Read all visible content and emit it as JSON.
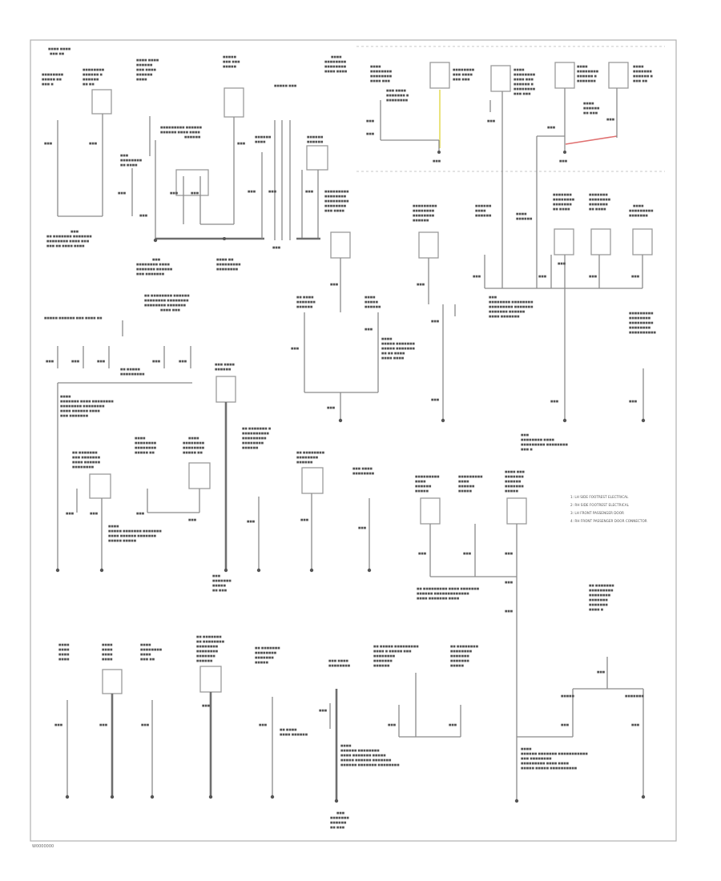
{
  "diagram": {
    "title": "",
    "figure_code": "W0000000",
    "colors": {
      "wire": "#8a8a8a",
      "yellow_wire": "#e8e070",
      "red_wire": "#e07070",
      "frame": "#b0b0b0"
    },
    "legend": [
      "1: LH SIDE FOOTREST ELECTRICAL",
      "2: RH SIDE FOOTREST ELECTRICAL",
      "3: LH FRONT PASSENGER DOOR",
      "4: RH FRONT PASSENGER DOOR CONNECTOR"
    ]
  }
}
